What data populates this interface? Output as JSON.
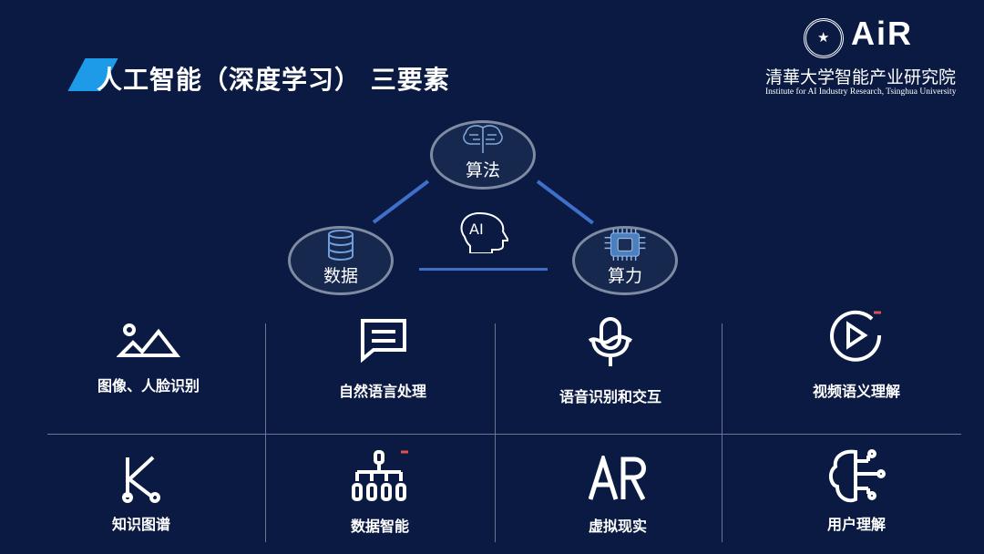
{
  "title": "人工智能（深度学习） 三要素",
  "logo": {
    "brand": "AiR",
    "cn_name": "清華大学智能产业研究院",
    "en_name": "Institute for AI Industry Research, Tsinghua University"
  },
  "triangle": {
    "top": "算法",
    "left": "数据",
    "right": "算力",
    "center": "AI"
  },
  "applications": [
    {
      "label": "图像、人脸识别",
      "icon": "image-icon"
    },
    {
      "label": "自然语言处理",
      "icon": "chat-icon"
    },
    {
      "label": "语音识别和交互",
      "icon": "microphone-icon"
    },
    {
      "label": "视频语义理解",
      "icon": "video-play-icon"
    },
    {
      "label": "知识图谱",
      "icon": "knowledge-graph-icon"
    },
    {
      "label": "数据智能",
      "icon": "hierarchy-icon"
    },
    {
      "label": "虚拟现实",
      "icon": "ar-icon"
    },
    {
      "label": "用户理解",
      "icon": "brain-circuit-icon"
    }
  ],
  "colors": {
    "background": "#0a1a42",
    "accent": "#1e9be8",
    "line": "#3e6fc9"
  }
}
